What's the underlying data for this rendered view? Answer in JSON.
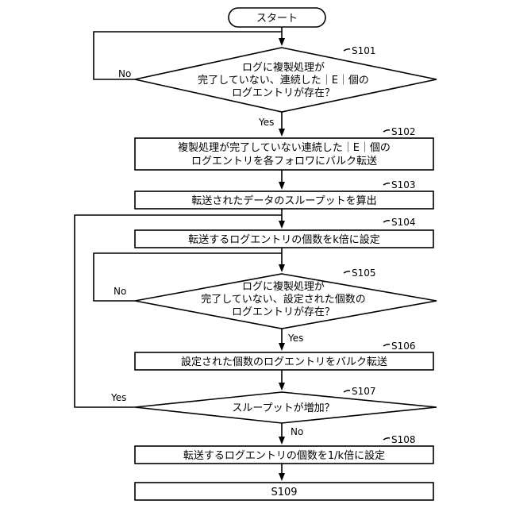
{
  "start": "スタート",
  "s101": {
    "id": "S101",
    "lines": [
      "ログに複製処理が",
      "完了していない、連続した｜E｜個の",
      "ログエントリが存在？"
    ],
    "no": "No",
    "yes": "Yes"
  },
  "s102": {
    "id": "S102",
    "lines": [
      "複製処理が完了していない連続した｜E｜個の",
      "ログエントリを各フォロワにバルク転送"
    ]
  },
  "s103": {
    "id": "S103",
    "text": "転送されたデータのスループットを算出"
  },
  "s104": {
    "id": "S104",
    "text": "転送するログエントリの個数をk倍に設定"
  },
  "s105": {
    "id": "S105",
    "lines": [
      "ログに複製処理が",
      "完了していない、設定された個数の",
      "ログエントリが存在？"
    ],
    "no": "No",
    "yes": "Yes"
  },
  "s106": {
    "id": "S106",
    "text": "設定された個数のログエントリをバルク転送"
  },
  "s107": {
    "id": "S107",
    "text": "スループットが増加？",
    "yes": "Yes",
    "no": "No"
  },
  "s108": {
    "id": "S108",
    "text": "転送するログエントリの個数を1/k倍に設定"
  },
  "s109": {
    "text": "S109"
  }
}
